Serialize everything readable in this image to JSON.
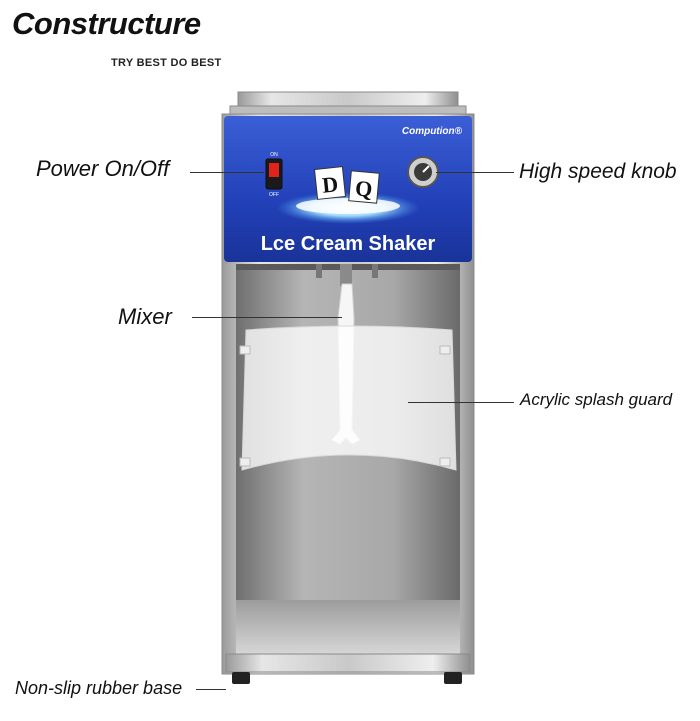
{
  "title": "Constructure",
  "tagline": "TRY BEST DO BEST",
  "machine": {
    "brand": "Compution®",
    "logo": [
      "D",
      "Q"
    ],
    "product_name": "Lce Cream Shaker",
    "switch_on": "ON",
    "switch_off": "OFF"
  },
  "callouts": {
    "power": "Power On/Off",
    "knob": "High speed knob",
    "mixer": "Mixer",
    "guard": "Acrylic splash guard",
    "base": "Non-slip rubber base"
  }
}
